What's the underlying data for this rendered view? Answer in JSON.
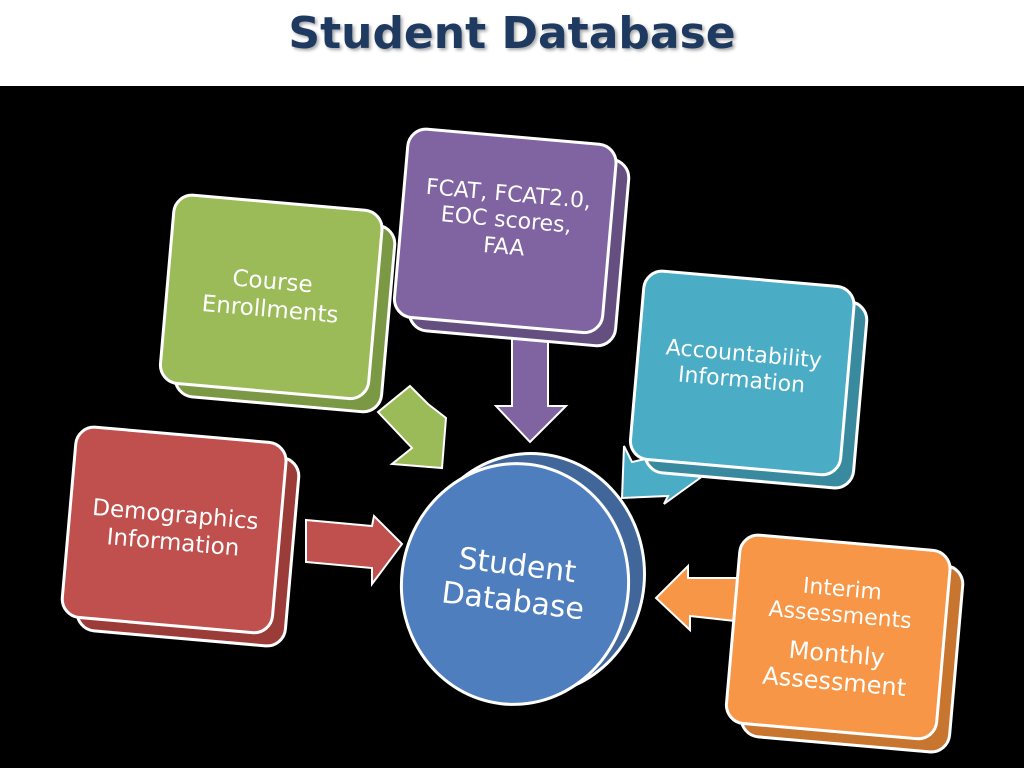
{
  "title": "Student Database",
  "center": {
    "line1": "Student",
    "line2": "Database",
    "color": "#4f7ebf"
  },
  "boxes": [
    {
      "id": "demographics",
      "lines": [
        "Demographics",
        "Information"
      ],
      "color": "#c0504d"
    },
    {
      "id": "course",
      "lines": [
        "Course",
        "Enrollments"
      ],
      "color": "#9bbb59"
    },
    {
      "id": "fcat",
      "lines": [
        "FCAT, FCAT2.0,",
        "EOC scores,",
        "FAA"
      ],
      "color": "#8064a2"
    },
    {
      "id": "accountability",
      "lines": [
        "Accountability",
        "Information"
      ],
      "color": "#4bacc6"
    },
    {
      "id": "interim",
      "lines": [
        "Interim",
        "Assessments",
        "Monthly",
        "Assessment"
      ],
      "color": "#f79646"
    }
  ]
}
